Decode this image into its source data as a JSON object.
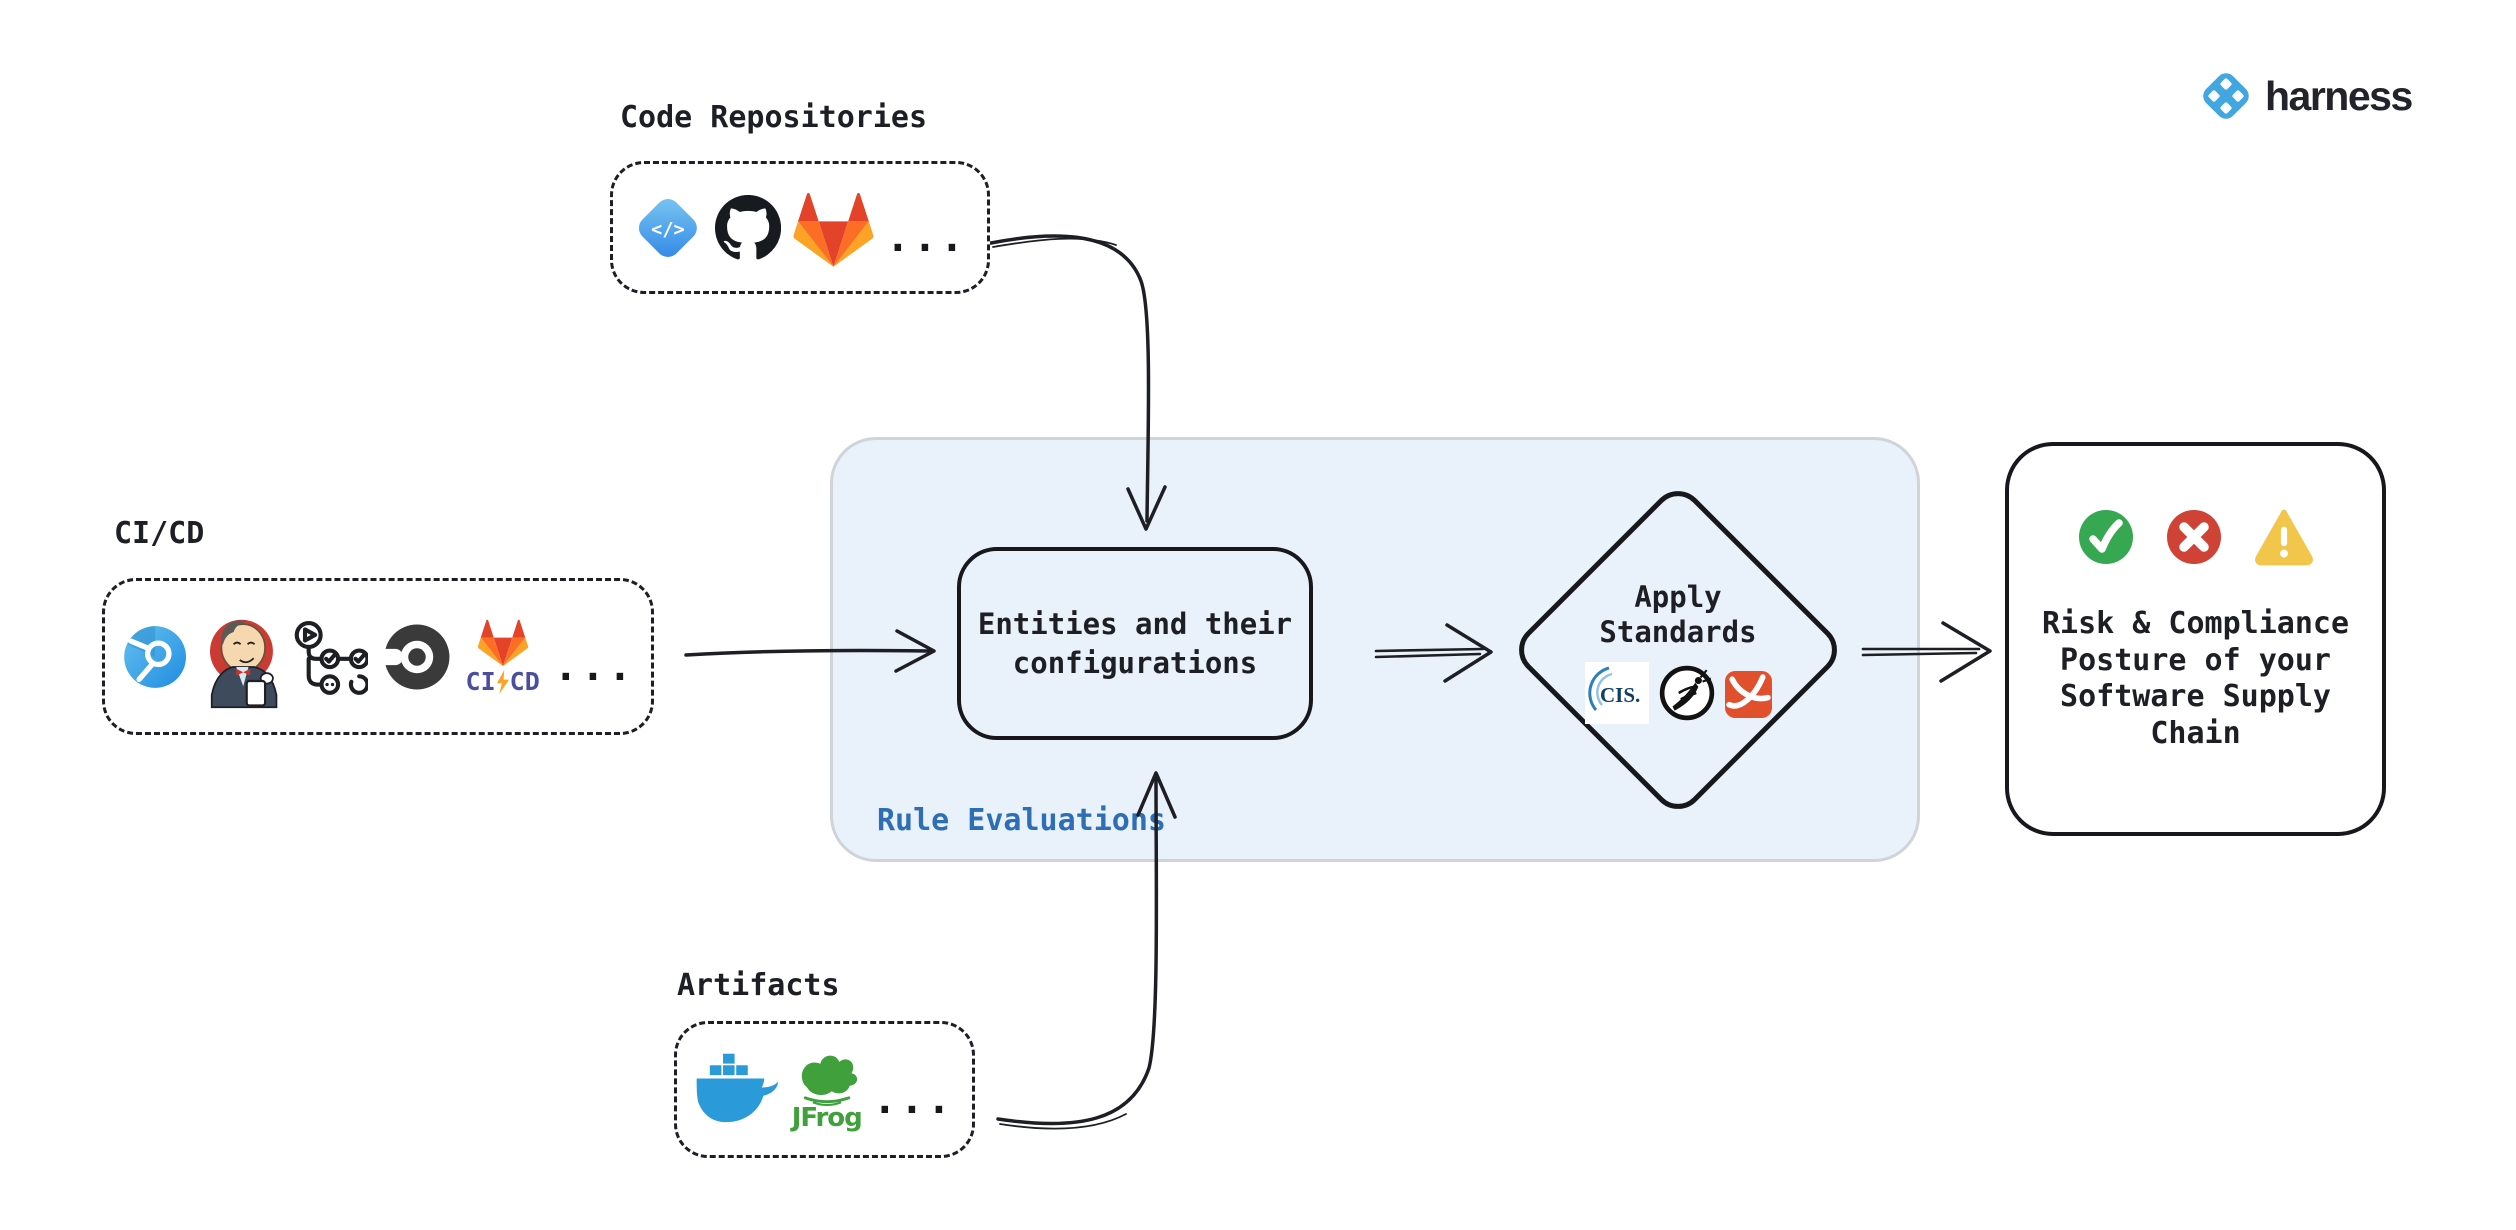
{
  "brand": {
    "wordmark": "harness",
    "mark_icon": "harness-logo-mark",
    "accent": "#42a7e0"
  },
  "sources": {
    "code_repositories": {
      "label": "Code Repositories",
      "icons": [
        "harness-code",
        "github",
        "gitlab"
      ],
      "code_glyph": "</>",
      "ellipsis": "..."
    },
    "cicd": {
      "label": "CI/CD",
      "icons": [
        "harness-ci",
        "jenkins",
        "github-actions",
        "circleci",
        "gitlab-cicd"
      ],
      "gitlab_cicd_text": {
        "left": "CI",
        "right": "CD"
      },
      "ellipsis": "..."
    },
    "artifacts": {
      "label": "Artifacts",
      "icons": [
        "docker",
        "jfrog"
      ],
      "jfrog_label": "JFrog",
      "ellipsis": "..."
    }
  },
  "rule_evaluations": {
    "label": "Rule Evaluations",
    "entities_box_text": "Entities and their configurations",
    "apply_standards": {
      "label": "Apply Standards",
      "cis_label": "CIS.",
      "standards_icons": [
        "cis",
        "owasp",
        "orange-ribbon-standard"
      ]
    }
  },
  "outcome": {
    "status_icons": [
      "check-circle-green",
      "cross-circle-red",
      "warning-triangle-yellow"
    ],
    "text": "Risk & Compliance Posture of your Software Supply Chain"
  },
  "colors": {
    "container_fill": "#e9f1fb",
    "ink": "#1d1f24",
    "rule_label_blue": "#2e6eb5",
    "success_green": "#36a852",
    "error_red": "#ce4335",
    "warning_yellow": "#f2c64b"
  }
}
